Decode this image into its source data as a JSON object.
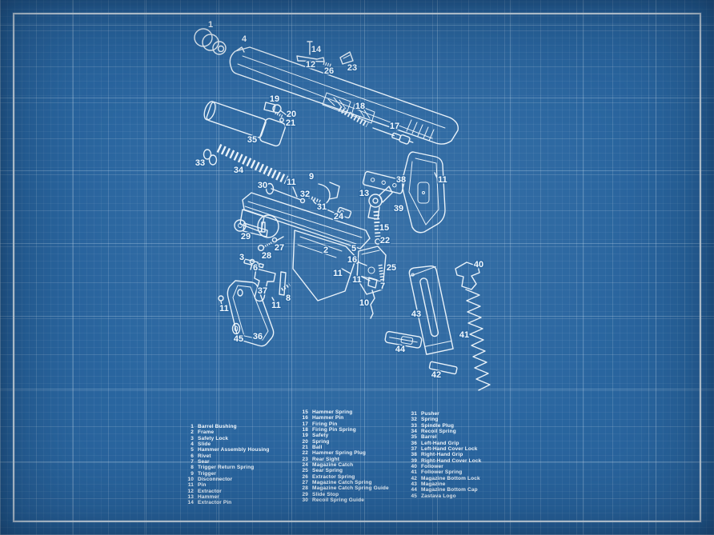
{
  "scene": {
    "kind": "blueprint-exploded-parts-diagram",
    "subject": "Zastava pistol exploded view with numbered parts list"
  },
  "colors": {
    "bg": "#2a66a0",
    "line": "#e9f2f9",
    "text": "#f2f8fd",
    "frame": "#eef7fd"
  },
  "diagram": {
    "callouts": {
      "c1": "1",
      "c4": "4",
      "c14": "14",
      "c12": "12",
      "c26": "26",
      "c23": "23",
      "c19": "19",
      "c20": "20",
      "c21": "21",
      "c18": "18",
      "c17": "17",
      "c35": "35",
      "c33": "33",
      "c34": "34",
      "c30": "30",
      "c11a": "11",
      "c9": "9",
      "c32": "32",
      "c31": "31",
      "c24": "24",
      "c13": "13",
      "c38": "38",
      "c11b": "11",
      "c39": "39",
      "c15": "15",
      "c22": "22",
      "c5": "5",
      "c16": "16",
      "c25": "25",
      "c29": "29",
      "c27": "27",
      "c28": "28",
      "c3": "3",
      "c6": "6",
      "c2": "2",
      "c37": "37",
      "c8": "8",
      "c11c": "11",
      "c11d": "11",
      "c45": "45",
      "c36": "36",
      "c11e": "11",
      "c11f": "11",
      "c7": "7",
      "c10": "10",
      "c43": "43",
      "c44": "44",
      "c42": "42",
      "c41": "41",
      "c40": "40"
    }
  },
  "parts_list": {
    "col1": [
      {
        "num": "1",
        "name": "Barrel Bushing"
      },
      {
        "num": "2",
        "name": "Frame"
      },
      {
        "num": "3",
        "name": "Safety Lock"
      },
      {
        "num": "4",
        "name": "Slide"
      },
      {
        "num": "5",
        "name": "Hammer Assembly Housing"
      },
      {
        "num": "6",
        "name": "Rivet"
      },
      {
        "num": "7",
        "name": "Sear"
      },
      {
        "num": "8",
        "name": "Trigger Return Spring"
      },
      {
        "num": "9",
        "name": "Trigger"
      },
      {
        "num": "10",
        "name": "Disconnector"
      },
      {
        "num": "11",
        "name": "Pin"
      },
      {
        "num": "12",
        "name": "Extractor"
      },
      {
        "num": "13",
        "name": "Hammer"
      },
      {
        "num": "14",
        "name": "Extractor Pin"
      }
    ],
    "col2": [
      {
        "num": "15",
        "name": "Hammer Spring"
      },
      {
        "num": "16",
        "name": "Hammer Pin"
      },
      {
        "num": "17",
        "name": "Firing Pin"
      },
      {
        "num": "18",
        "name": "Firing Pin Spring"
      },
      {
        "num": "19",
        "name": "Safety"
      },
      {
        "num": "20",
        "name": "Spring"
      },
      {
        "num": "21",
        "name": "Ball"
      },
      {
        "num": "22",
        "name": "Hammer Spring Plug"
      },
      {
        "num": "23",
        "name": "Rear Sight"
      },
      {
        "num": "24",
        "name": "Magazine Catch"
      },
      {
        "num": "25",
        "name": "Sear Spring"
      },
      {
        "num": "26",
        "name": "Extractor Spring"
      },
      {
        "num": "27",
        "name": "Magazine Catch Spring"
      },
      {
        "num": "28",
        "name": "Magazine Catch Spring Guide"
      },
      {
        "num": "29",
        "name": "Slide Stop"
      },
      {
        "num": "30",
        "name": "Recoil Spring Guide"
      }
    ],
    "col3": [
      {
        "num": "31",
        "name": "Pusher"
      },
      {
        "num": "32",
        "name": "Spring"
      },
      {
        "num": "33",
        "name": "Spindle Plug"
      },
      {
        "num": "34",
        "name": "Recoil Spring"
      },
      {
        "num": "35",
        "name": "Barrel"
      },
      {
        "num": "36",
        "name": "Left-Hand Grip"
      },
      {
        "num": "37",
        "name": "Left-Hand Cover Lock"
      },
      {
        "num": "38",
        "name": "Right-Hand Grip"
      },
      {
        "num": "39",
        "name": "Right-Hand Cover Lock"
      },
      {
        "num": "40",
        "name": "Follower"
      },
      {
        "num": "41",
        "name": "Follower Spring"
      },
      {
        "num": "42",
        "name": "Magazine Bottom Lock"
      },
      {
        "num": "43",
        "name": "Magazine"
      },
      {
        "num": "44",
        "name": "Magazine Bottom Cap"
      },
      {
        "num": "45",
        "name": "Zastava Logo"
      }
    ]
  }
}
